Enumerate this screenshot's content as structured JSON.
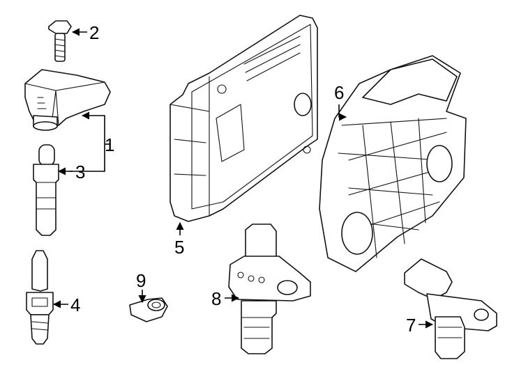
{
  "callouts": [
    "1",
    "2",
    "3",
    "4",
    "5",
    "6",
    "7",
    "8",
    "9"
  ],
  "colors": {
    "line": "#111111",
    "background": "#ffffff"
  }
}
